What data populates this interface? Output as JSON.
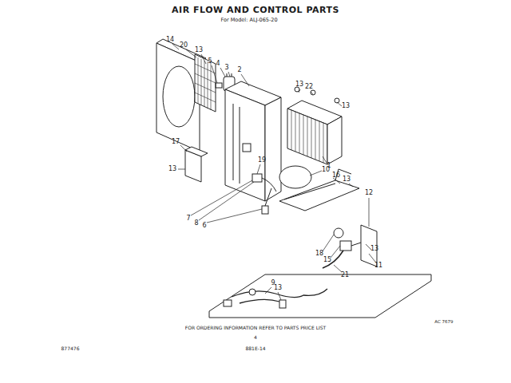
{
  "diagram": {
    "title": "AIR FLOW AND CONTROL PARTS",
    "caption": "FOR ORDERING INFORMATION REFER TO PARTS PRICE LIST",
    "labels": [
      "For Model: ALJ-065-20",
      "14",
      "20",
      "13",
      "5",
      "4",
      "3",
      "2",
      "13",
      "22",
      "13",
      "17",
      "13",
      "1",
      "10",
      "16",
      "13",
      "12",
      "19",
      "7",
      "8",
      "6",
      "13",
      "18",
      "15",
      "11",
      "21",
      "9",
      "13",
      "AC 7679",
      "877476",
      "4",
      "881E-14"
    ]
  }
}
